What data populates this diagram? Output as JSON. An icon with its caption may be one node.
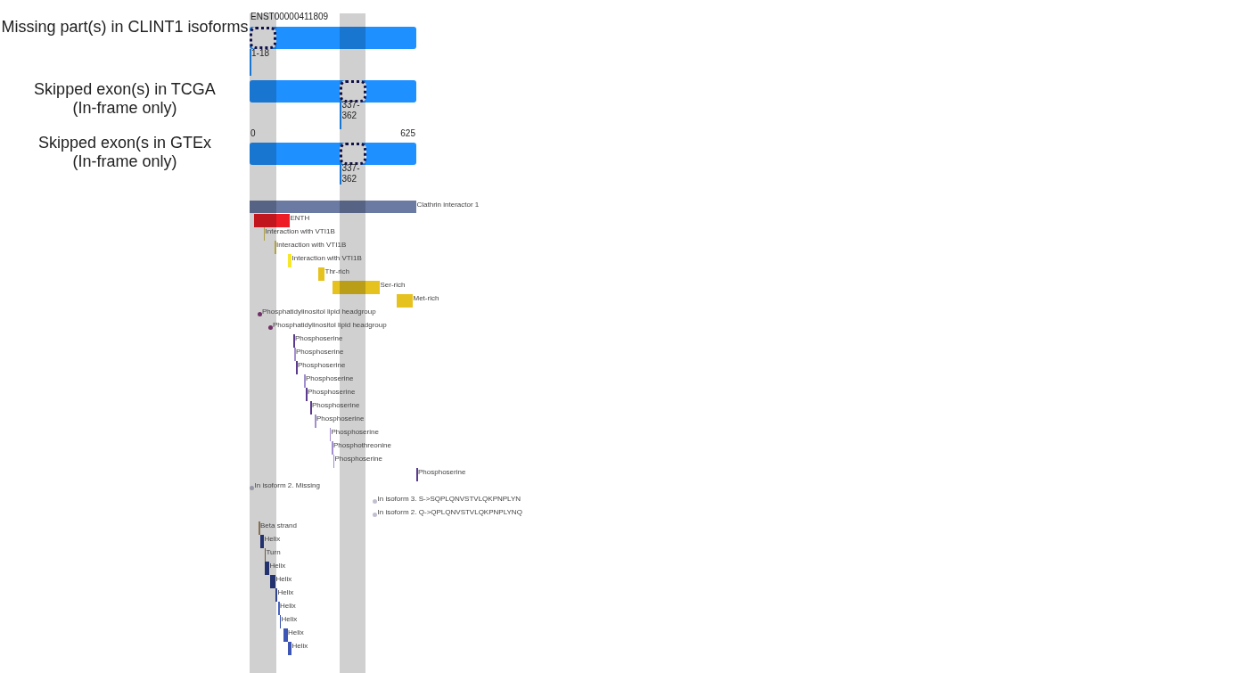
{
  "diagram": {
    "nodes": [
      {
        "text": [
          "Missing part(s) in CLINT1 isoforms"
        ],
        "beside": [
          "ENST00000411809"
        ]
      },
      {
        "text": [],
        "shape": "box",
        "in": 0,
        "beside": [
          "1-18"
        ]
      },
      {
        "text": [
          "Skipped exon(s) in TCGA (In-frame only)"
        ]
      },
      {
        "text": [],
        "shape": "box",
        "in": 2,
        "beside": [
          "337- 362"
        ]
      },
      {
        "text": [
          "Skipped exon(s in GTEx (In-frame only)"
        ]
      },
      {
        "text": [],
        "shape": "box",
        "in": 4,
        "beside": [
          "337- 362"
        ]
      },
      {
        "text": [],
        "shape": "bar",
        "beside": [
          "Clathrin interactor 1"
        ]
      },
      {
        "text": [],
        "shape": "bar",
        "beside": [
          "ENTH"
        ]
      },
      {
        "text": [],
        "shape": "line",
        "beside": [
          "Interaction with VTI1B"
        ]
      },
      {
        "text": [],
        "shape": "line",
        "beside": [
          "Interaction with VTI1B"
        ]
      },
      {
        "text": [],
        "shape": "bar",
        "beside": [
          "Interaction with VTI1B"
        ]
      },
      {
        "text": [],
        "shape": "bar",
        "beside": [
          "Thr-rich"
        ]
      },
      {
        "text": [],
        "shape": "bar",
        "beside": [
          "Ser-rich"
        ]
      },
      {
        "text": [],
        "shape": "bar",
        "beside": [
          "Met-rich"
        ]
      },
      {
        "text": [],
        "shape": "circle",
        "beside": [
          "Phosphatidylinositol lipid headgroup"
        ]
      },
      {
        "text": [],
        "shape": "circle",
        "beside": [
          "Phosphatidylinositol lipid headgroup"
        ]
      },
      {
        "text": [],
        "shape": "line",
        "beside": [
          "Phosphoserine"
        ]
      },
      {
        "text": [],
        "shape": "line",
        "beside": [
          "Phosphoserine"
        ]
      },
      {
        "text": [],
        "shape": "line",
        "beside": [
          "Phosphoserine"
        ]
      },
      {
        "text": [],
        "shape": "line",
        "beside": [
          "Phosphoserine"
        ]
      },
      {
        "text": [],
        "shape": "line",
        "beside": [
          "Phosphoserine"
        ]
      },
      {
        "text": [],
        "shape": "line",
        "beside": [
          "Phosphoserine"
        ]
      },
      {
        "text": [],
        "shape": "line",
        "beside": [
          "Phosphoserine"
        ]
      },
      {
        "text": [],
        "shape": "line",
        "beside": [
          "Phosphoserine"
        ]
      },
      {
        "text": [],
        "shape": "line",
        "beside": [
          "Phosphothreonine"
        ]
      },
      {
        "text": [],
        "shape": "line",
        "beside": [
          "Phosphoserine"
        ]
      },
      {
        "text": [],
        "shape": "line",
        "beside": [
          "Phosphoserine"
        ]
      },
      {
        "text": [],
        "shape": "circle",
        "beside": [
          "In isoform 2. Missing"
        ]
      },
      {
        "text": [],
        "shape": "circle",
        "beside": [
          "In isoform 3. S->SQPLQNVSTVLQKPNPLYN"
        ]
      },
      {
        "text": [],
        "shape": "circle",
        "beside": [
          "In isoform 2. Q->QPLQNVSTVLQKPNPLYNQ"
        ]
      },
      {
        "text": [],
        "shape": "line",
        "beside": [
          "Beta strand"
        ]
      },
      {
        "text": [],
        "shape": "bar",
        "beside": [
          "Helix"
        ]
      },
      {
        "text": [],
        "shape": "line",
        "beside": [
          "Turn"
        ]
      },
      {
        "text": [],
        "shape": "bar",
        "beside": [
          "Helix"
        ]
      },
      {
        "text": [],
        "shape": "bar",
        "beside": [
          "Helix"
        ]
      },
      {
        "text": [],
        "shape": "bar",
        "beside": [
          "Helix"
        ]
      },
      {
        "text": [],
        "shape": "bar",
        "beside": [
          "Helix"
        ]
      },
      {
        "text": [],
        "shape": "bar",
        "beside": [
          "Helix"
        ]
      },
      {
        "text": [],
        "shape": "bar",
        "beside": [
          "Helix"
        ]
      },
      {
        "text": [],
        "shape": "bar",
        "beside": [
          "Helix"
        ]
      }
    ],
    "labels": [
      "0",
      "625"
    ]
  }
}
